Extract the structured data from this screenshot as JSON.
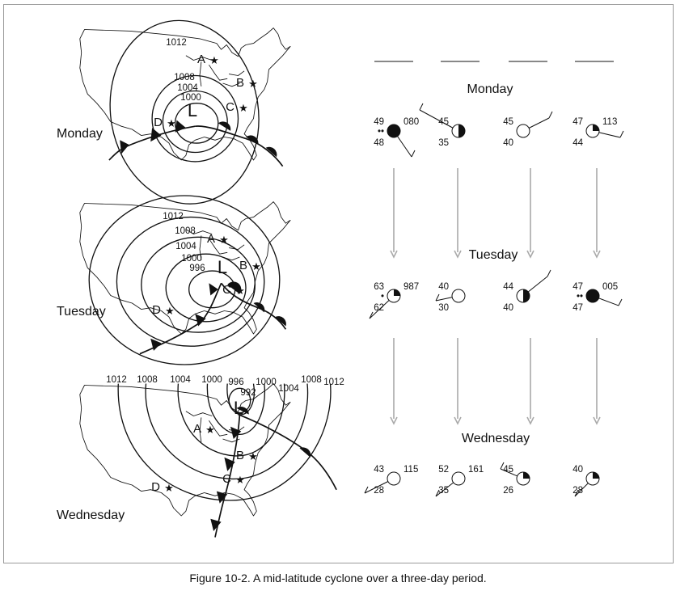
{
  "days": [
    "Monday",
    "Tuesday",
    "Wednesday"
  ],
  "low_symbol": "L",
  "site_labels": [
    "A",
    "B",
    "C",
    "D"
  ],
  "isobars": {
    "monday": [
      "1012",
      "1008",
      "1004",
      "1000"
    ],
    "tuesday": [
      "1012",
      "1008",
      "1004",
      "1000",
      "996"
    ],
    "wednesday": [
      "1012",
      "1008",
      "1004",
      "1000",
      "996",
      "992",
      "1000",
      "1004",
      "1008",
      "1012"
    ]
  },
  "station_models": {
    "monday": [
      {
        "temp": "49",
        "dew": "48",
        "pressure": "080",
        "weather": "••",
        "cover": "full"
      },
      {
        "temp": "45",
        "dew": "35",
        "pressure": "",
        "weather": "",
        "cover": "half"
      },
      {
        "temp": "45",
        "dew": "40",
        "pressure": "",
        "weather": "",
        "cover": "clear"
      },
      {
        "temp": "47",
        "dew": "44",
        "pressure": "113",
        "weather": "",
        "cover": "quarter"
      }
    ],
    "tuesday": [
      {
        "temp": "63",
        "dew": "62",
        "pressure": "987",
        "weather": "•",
        "cover": "quarter"
      },
      {
        "temp": "40",
        "dew": "30",
        "pressure": "",
        "weather": "",
        "cover": "clear"
      },
      {
        "temp": "44",
        "dew": "40",
        "pressure": "",
        "weather": "",
        "cover": "half"
      },
      {
        "temp": "47",
        "dew": "47",
        "pressure": "005",
        "weather": "••",
        "cover": "full"
      }
    ],
    "wednesday": [
      {
        "temp": "43",
        "dew": "28",
        "pressure": "115",
        "weather": "",
        "cover": "clear"
      },
      {
        "temp": "52",
        "dew": "35",
        "pressure": "161",
        "weather": "",
        "cover": "clear"
      },
      {
        "temp": "45",
        "dew": "26",
        "pressure": "",
        "weather": "",
        "cover": "quarter"
      },
      {
        "temp": "40",
        "dew": "28",
        "pressure": "",
        "weather": "",
        "cover": "quarter"
      }
    ]
  },
  "caption": "Figure 10-2. A mid-latitude cyclone over a three-day period."
}
